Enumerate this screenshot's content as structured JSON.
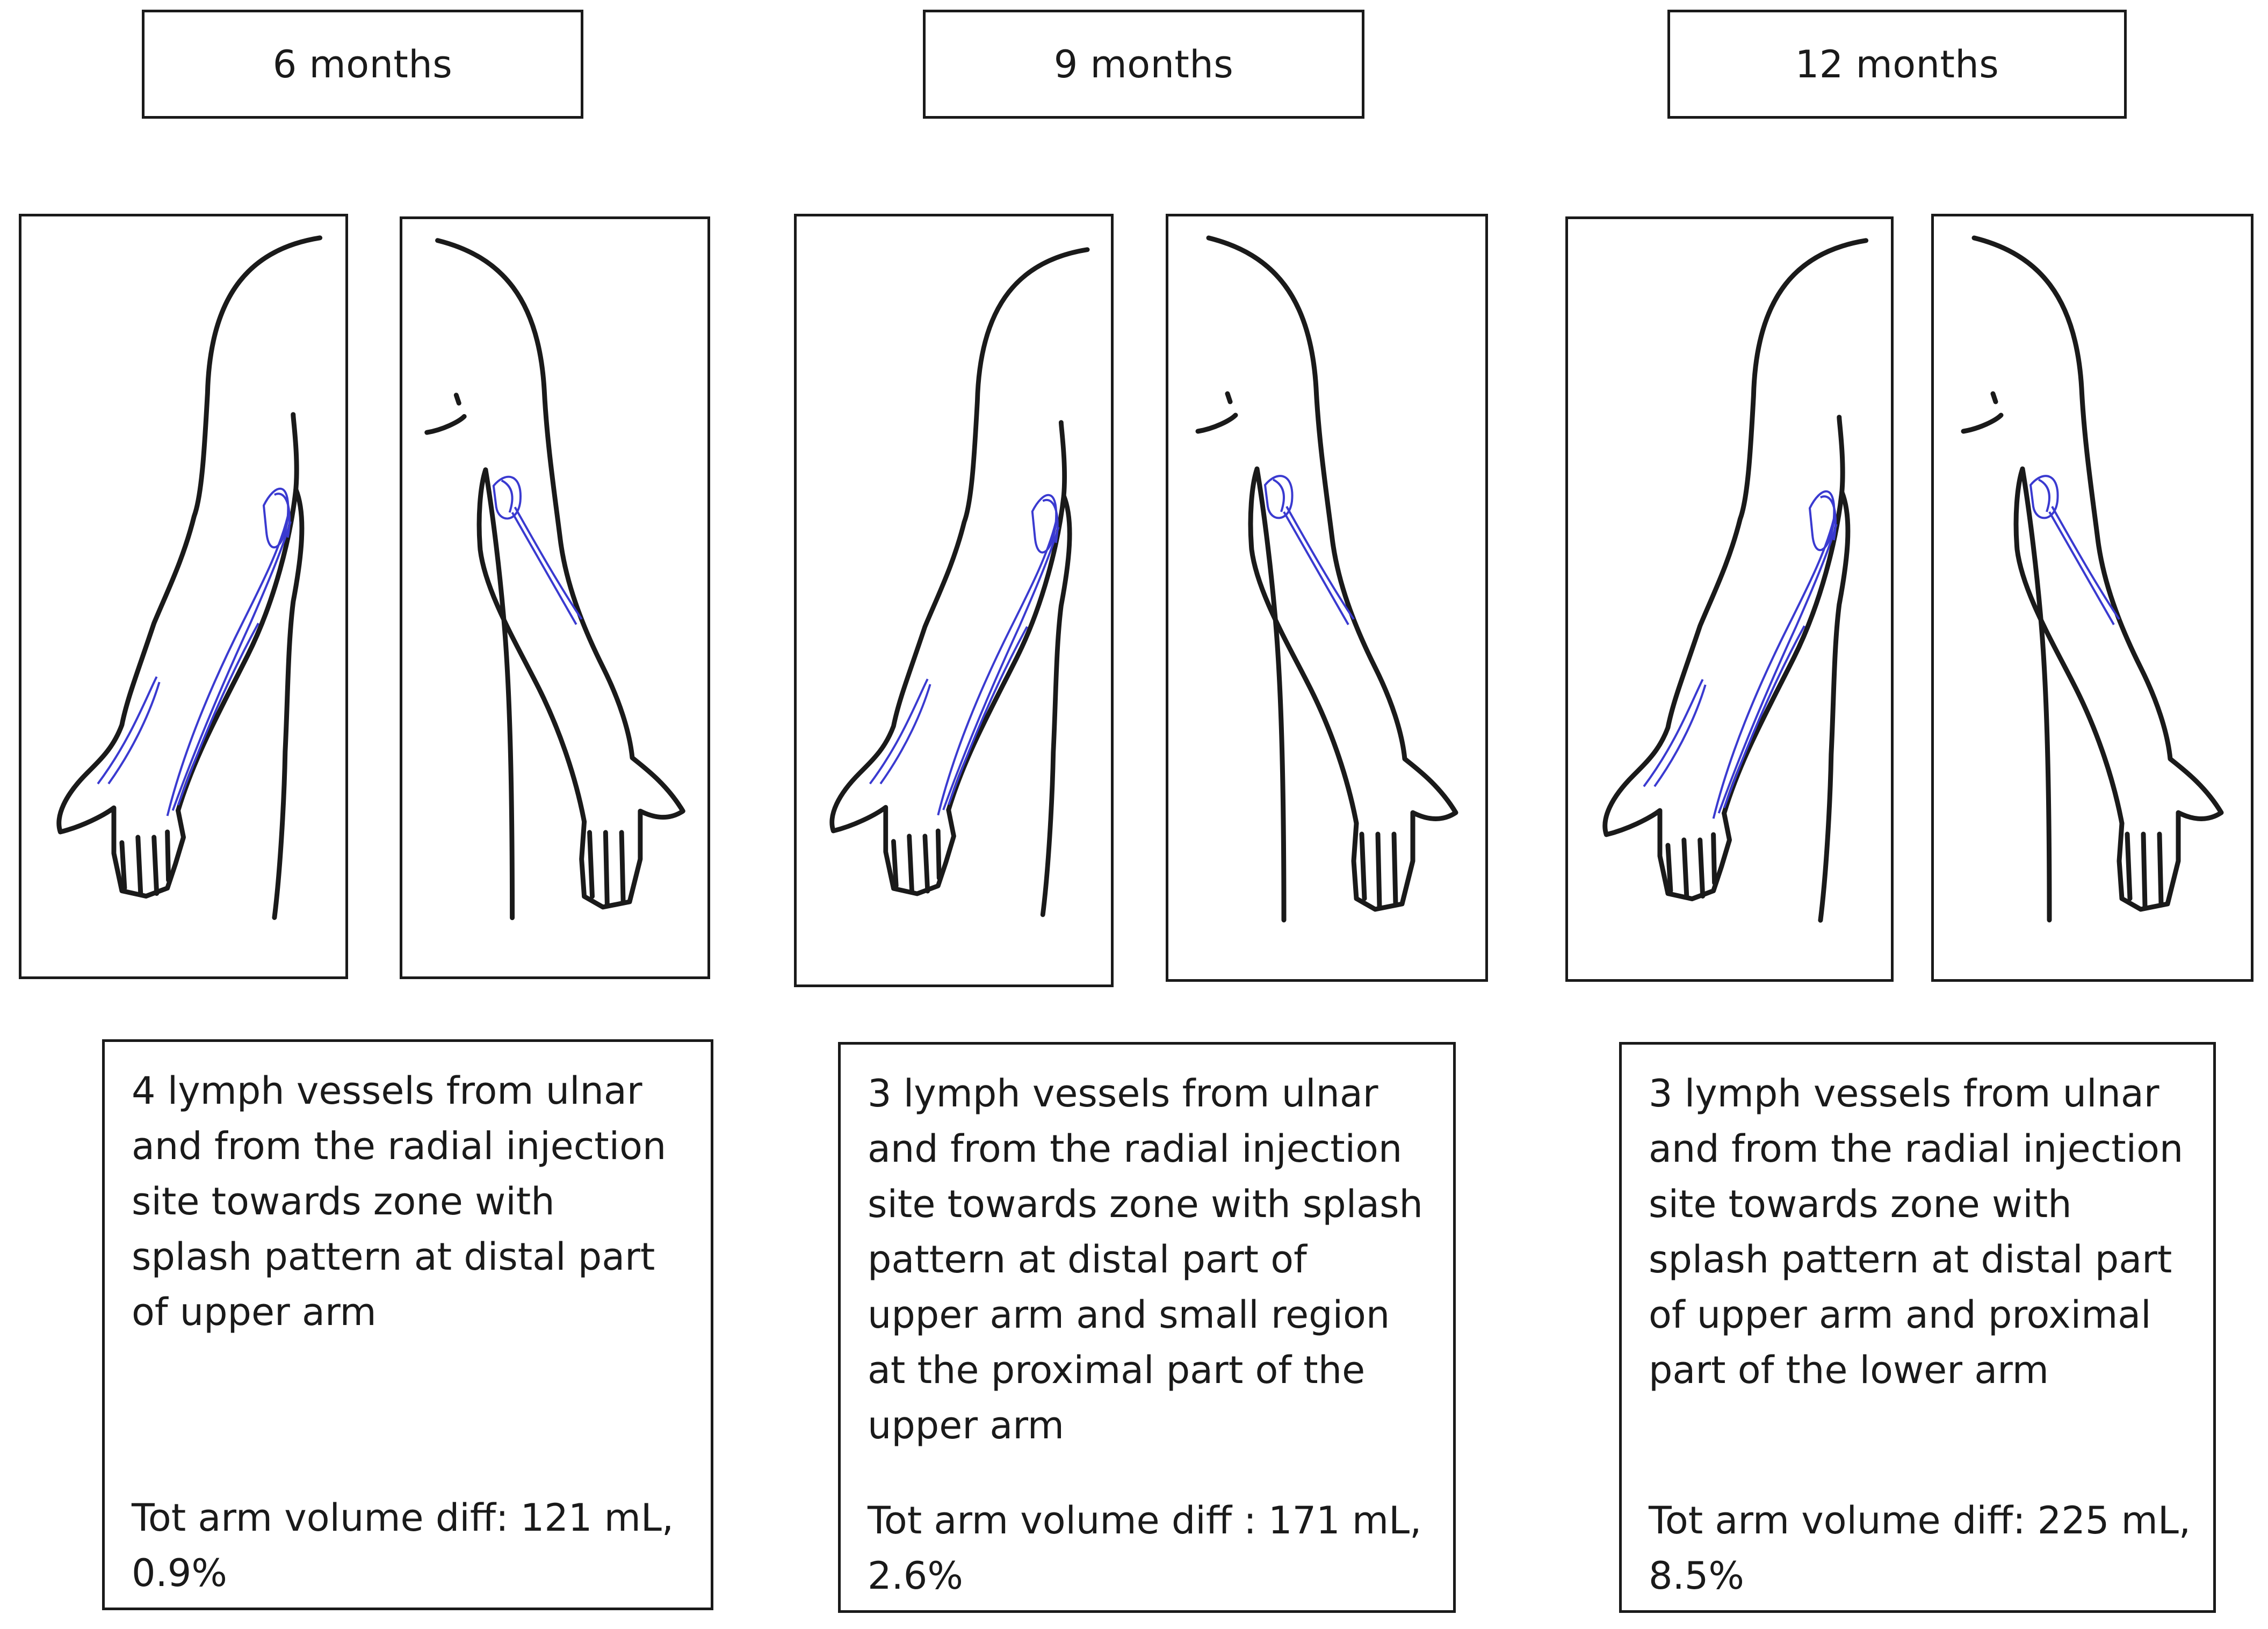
{
  "columns": [
    {
      "header": "6 months",
      "description": "4 lymph vessels from ulnar and from the radial injection site towards zone with splash pattern at distal part of upper arm",
      "volume_line1": "Tot arm volume diff: 121 mL,",
      "volume_line2": "0.9%"
    },
    {
      "header": "9 months",
      "description": "3 lymph vessels from ulnar and from the radial injection site towards zone with splash pattern at distal part of upper arm and small region at the proximal part of the upper arm",
      "volume_line1": "Tot arm volume diff : 171 mL,",
      "volume_line2": "2.6%"
    },
    {
      "header": "12 months",
      "description": "3 lymph vessels from ulnar and from the radial injection site towards zone with splash pattern at distal part of upper arm and proximal part of the lower arm",
      "volume_line1": "Tot arm volume diff: 225 mL,",
      "volume_line2": "8.5%"
    }
  ],
  "colors": {
    "outline": "#1a1a1a",
    "lymph_vessels": "#3a3ad0"
  },
  "icons": {
    "front_view": "arm-front-view-drawing",
    "back_view": "arm-back-view-drawing"
  }
}
